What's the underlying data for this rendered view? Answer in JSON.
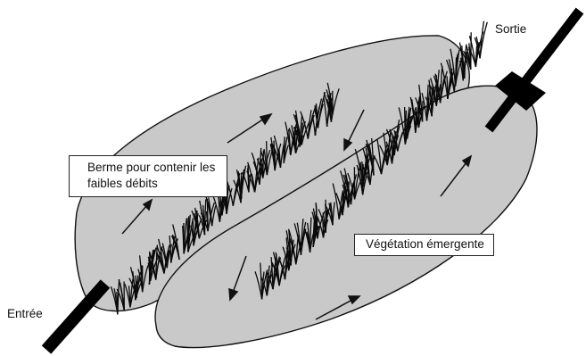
{
  "labels": {
    "berme": "Berme pour contenir les faibles débits",
    "vegetation": "Végétation émergente",
    "entree": "Entrée",
    "sortie": "Sortie"
  },
  "colors": {
    "basin_fill": "#c9c9c9",
    "outline": "#111111",
    "vegetation": "#0a0a0a",
    "pipe": "#000000"
  },
  "icons": {
    "flow_arrow": "arrow-icon",
    "vegetation": "reed-icon"
  }
}
